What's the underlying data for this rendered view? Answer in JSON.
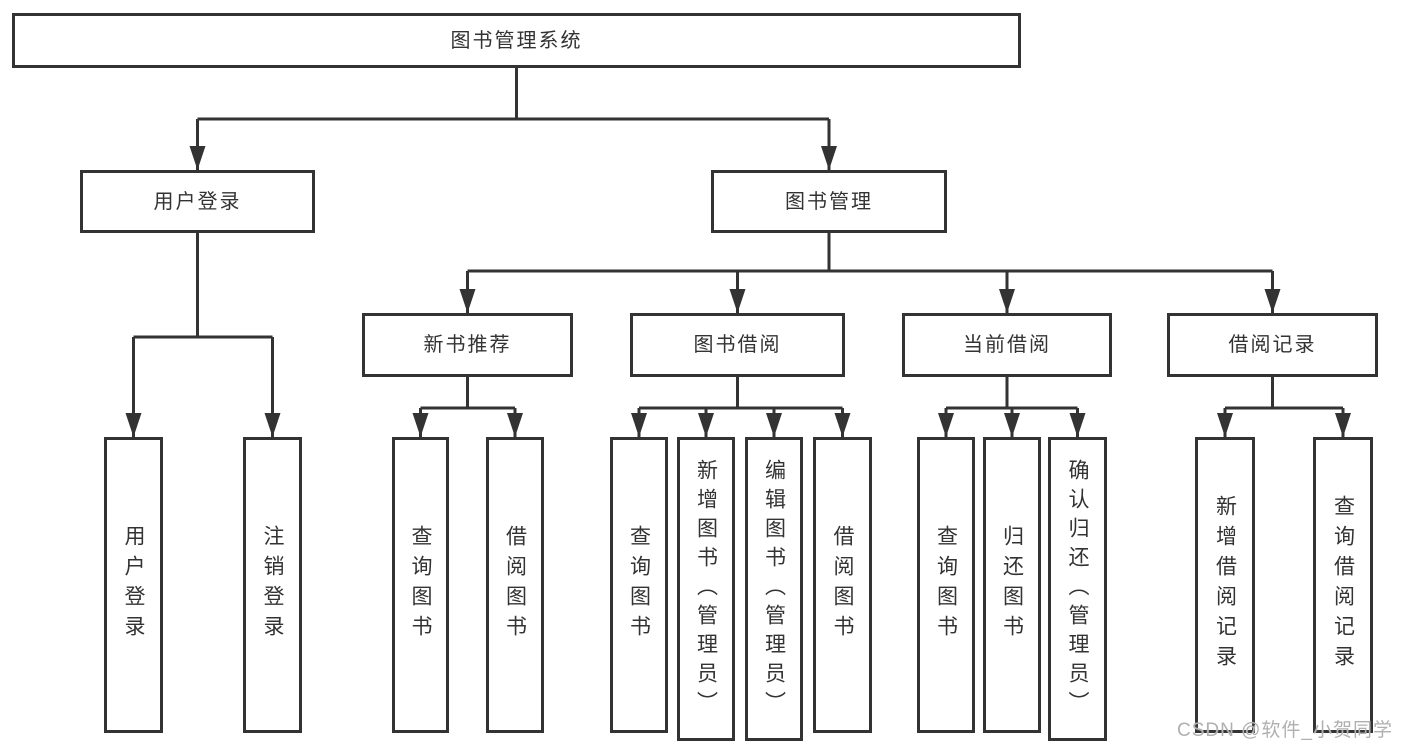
{
  "root": {
    "label": "图书管理系统"
  },
  "user_branch": {
    "label": "用户登录",
    "children": [
      {
        "label": "用户登录"
      },
      {
        "label": "注销登录"
      }
    ]
  },
  "book_branch": {
    "label": "图书管理",
    "groups": [
      {
        "label": "新书推荐",
        "children": [
          {
            "label": "查询图书"
          },
          {
            "label": "借阅图书"
          }
        ]
      },
      {
        "label": "图书借阅",
        "children": [
          {
            "label": "查询图书"
          },
          {
            "label": "新增图书（管理员）"
          },
          {
            "label": "编辑图书（管理员）"
          },
          {
            "label": "借阅图书"
          }
        ]
      },
      {
        "label": "当前借阅",
        "children": [
          {
            "label": "查询图书"
          },
          {
            "label": "归还图书"
          },
          {
            "label": "确认归还（管理员）"
          }
        ]
      },
      {
        "label": "借阅记录",
        "children": [
          {
            "label": "新增借阅记录"
          },
          {
            "label": "查询借阅记录"
          }
        ]
      }
    ]
  },
  "watermark": {
    "text": "CSDN @软件_小贺同学"
  },
  "colors": {
    "line": "#333333",
    "text": "#333333",
    "box_bg": "#ffffff",
    "watermark": "#b0b0b0"
  }
}
